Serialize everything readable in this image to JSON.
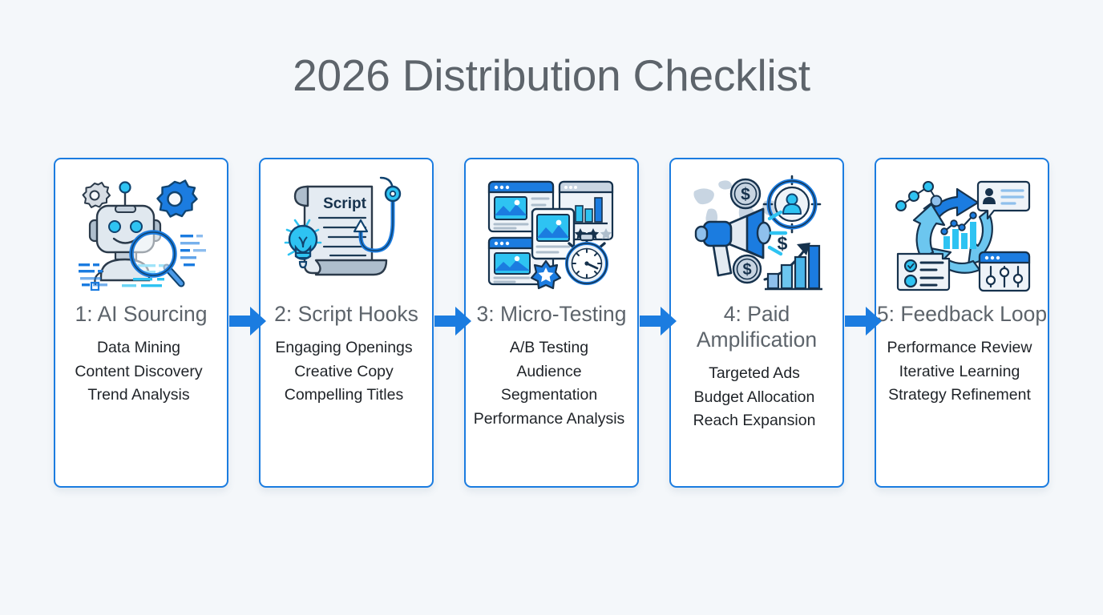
{
  "page": {
    "title": "2026 Distribution Checklist",
    "background_color": "#f4f7fa",
    "accent_color": "#1b7ce0",
    "title_color": "#5d646b",
    "bullet_color": "#1f2328"
  },
  "connectors": [
    {
      "name": "arrow-1-to-2",
      "direction": "right",
      "color": "#1b7ce0"
    },
    {
      "name": "arrow-2-to-3",
      "direction": "right",
      "color": "#1b7ce0"
    },
    {
      "name": "arrow-3-to-4",
      "direction": "right",
      "color": "#1b7ce0"
    },
    {
      "name": "arrow-4-to-5",
      "direction": "right",
      "color": "#1b7ce0"
    }
  ],
  "steps": [
    {
      "title": "1: AI Sourcing",
      "icon": "robot-gears-magnifier-icon",
      "items": [
        "Data Mining",
        "Content Discovery",
        "Trend Analysis"
      ]
    },
    {
      "title": "2: Script Hooks",
      "icon": "script-scroll-lightbulb-hook-icon",
      "icon_label": "Script",
      "items": [
        "Engaging Openings",
        "Creative Copy",
        "Compelling Titles"
      ]
    },
    {
      "title": "3: Micro-Testing",
      "icon": "browser-cards-chart-stopwatch-icon",
      "items": [
        "A/B Testing",
        "Audience Segmentation",
        "Performance Analysis"
      ]
    },
    {
      "title": "4: Paid Amplification",
      "icon": "megaphone-target-growth-icon",
      "items": [
        "Targeted Ads",
        "Budget Allocation",
        "Reach Expansion"
      ]
    },
    {
      "title": "5: Feedback Loop",
      "icon": "feedback-loop-arrows-icon",
      "items": [
        "Performance Review",
        "Iterative Learning",
        "Strategy Refinement"
      ]
    }
  ]
}
